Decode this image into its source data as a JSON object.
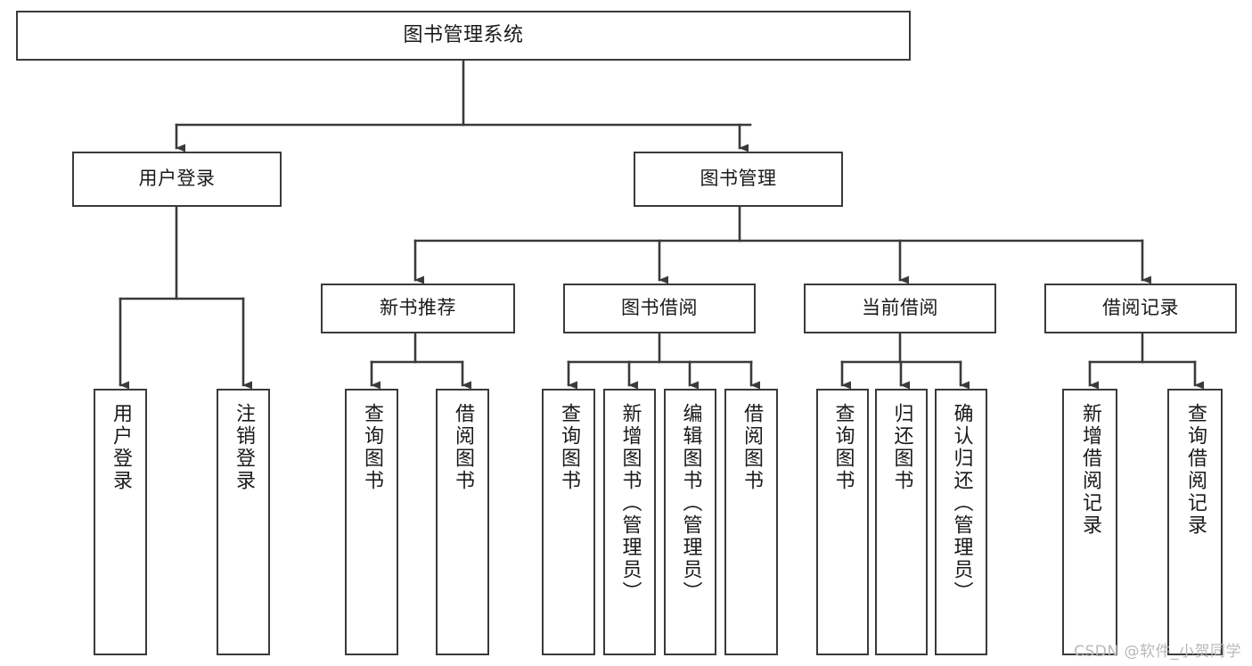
{
  "diagram": {
    "title": "图书管理系统",
    "type": "tree-hierarchy-diagram",
    "colors": {
      "background": "#ffffff",
      "node_border": "#3a3a3a",
      "node_fill": "#ffffff",
      "edge": "#3a3a3a",
      "text": "#1a1a1a",
      "watermark": "#b9b9b9"
    }
  },
  "watermark": {
    "text": "CSDN @软件_小贺同学"
  },
  "nodes": {
    "root": {
      "label": "图书管理系统"
    },
    "level2": [
      {
        "label": "用户登录"
      },
      {
        "label": "图书管理"
      }
    ],
    "level3": [
      {
        "label": "新书推荐"
      },
      {
        "label": "图书借阅"
      },
      {
        "label": "当前借阅"
      },
      {
        "label": "借阅记录"
      }
    ],
    "leaves": {
      "user_login": [
        {
          "label": "用户登录"
        },
        {
          "label": "注销登录"
        }
      ],
      "new_book_recommend": [
        {
          "label": "查询图书"
        },
        {
          "label": "借阅图书"
        }
      ],
      "book_borrow": [
        {
          "label": "查询图书"
        },
        {
          "label": "新增图书（管理员）"
        },
        {
          "label": "编辑图书（管理员）"
        },
        {
          "label": "借阅图书"
        }
      ],
      "current_borrow": [
        {
          "label": "查询图书"
        },
        {
          "label": "归还图书"
        },
        {
          "label": "确认归还（管理员）"
        }
      ],
      "borrow_record": [
        {
          "label": "新增借阅记录"
        },
        {
          "label": "查询借阅记录"
        }
      ]
    }
  }
}
